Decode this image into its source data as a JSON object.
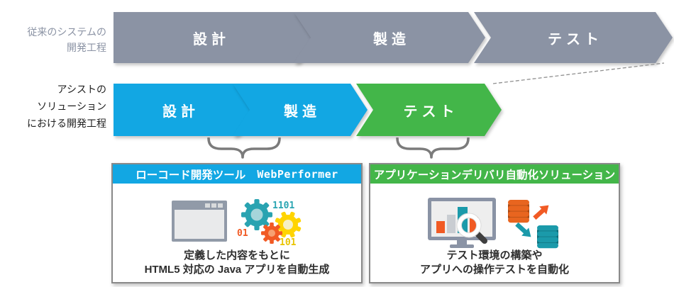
{
  "palette": {
    "legacy_gray": "#8B93A4",
    "accent_blue": "#12A7E3",
    "accent_green": "#43B649",
    "box_border": "#8A8A8A",
    "brace_gray": "#7B7B7B",
    "icon_orange": "#F15A24",
    "icon_teal": "#1B9AAA",
    "icon_yellow": "#FFD400"
  },
  "legacy_row": {
    "label_lines": [
      "従来のシステムの",
      "開発工程"
    ],
    "steps": [
      "設計",
      "製造",
      "テスト"
    ]
  },
  "assist_row": {
    "label_lines": [
      "アシストの",
      "ソリューション",
      "における開発工程"
    ],
    "steps": [
      "設計",
      "製造",
      "テスト"
    ]
  },
  "webperformer_box": {
    "header_label": "ローコード開発ツール",
    "header_product": "WebPerformer",
    "gear_numbers": [
      "1101",
      "01",
      "101"
    ],
    "caption_lines": [
      "定義した内容をもとに",
      "HTML5 対応の Java アプリを自動生成"
    ]
  },
  "delivery_box": {
    "header_label": "アプリケーションデリバリ自動化ソリューション",
    "caption_lines": [
      "テスト環境の構築や",
      "アプリへの操作テストを自動化"
    ]
  }
}
